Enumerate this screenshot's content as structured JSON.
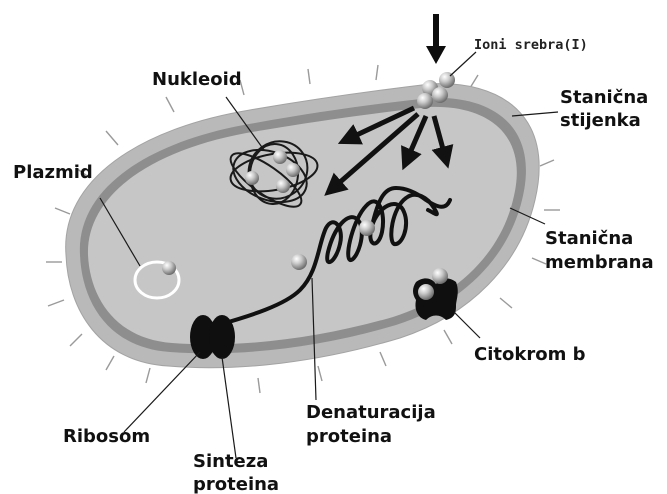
{
  "labels": {
    "silver_ions": "Ioni srebra(I)",
    "cell_wall_1": "Stanična",
    "cell_wall_2": "stijenka",
    "nucleoid": "Nukleoid",
    "plasmid": "Plazmid",
    "cell_membrane_1": "Stanična",
    "cell_membrane_2": "membrana",
    "cytochrome": "Citokrom b",
    "denaturation_1": "Denaturacija",
    "denaturation_2": "proteina",
    "ribosome": "Ribosom",
    "synthesis_1": "Sinteza",
    "synthesis_2": "proteina"
  },
  "colors": {
    "wall": "#b9b9b9",
    "membrane": "#8e8e8e",
    "cytoplasm": "#c6c6c6",
    "ink": "#111111",
    "ion": "#a9a9a9"
  }
}
